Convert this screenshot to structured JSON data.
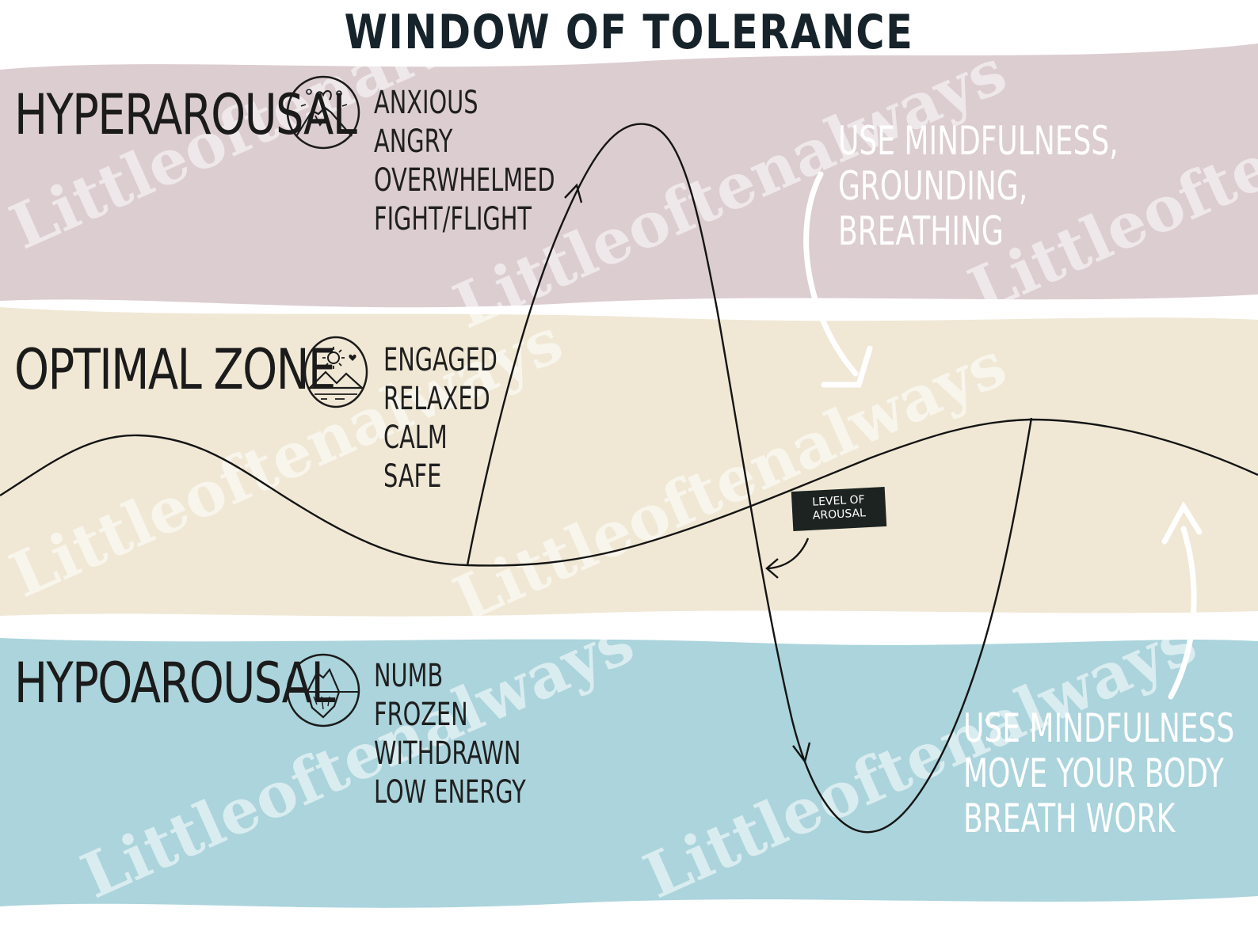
{
  "title": "WINDOW OF TOLERANCE",
  "colors": {
    "hyperarousal_band": "#dccdd1",
    "optimal_band": "#f0e8d5",
    "hypoarousal_band": "#abd4dc",
    "ink": "#1b1b1b",
    "tag_background": "#1c2320"
  },
  "zones": [
    {
      "label": "HYPERAROUSAL",
      "icon": "volcano-icon",
      "states": [
        "ANXIOUS",
        "ANGRY",
        "OVERWHELMED",
        "FIGHT/FLIGHT"
      ]
    },
    {
      "label": "OPTIMAL ZONE",
      "icon": "sun-mountains-icon",
      "states": [
        "ENGAGED",
        "RELAXED",
        "CALM",
        "SAFE"
      ]
    },
    {
      "label": "HYPOAROUSAL",
      "icon": "iceberg-icon",
      "states": [
        "NUMB",
        "FROZEN",
        "WITHDRAWN",
        "LOW ENERGY"
      ]
    }
  ],
  "advice_high": [
    "USE MINDFULNESS,",
    "GROUNDING,",
    "BREATHING"
  ],
  "advice_low": [
    "USE MINDFULNESS",
    "MOVE YOUR BODY",
    "BREATH WORK"
  ],
  "arousal_tag": [
    "LEVEL OF",
    "AROUSAL"
  ],
  "watermark": "Littleoftenalways"
}
